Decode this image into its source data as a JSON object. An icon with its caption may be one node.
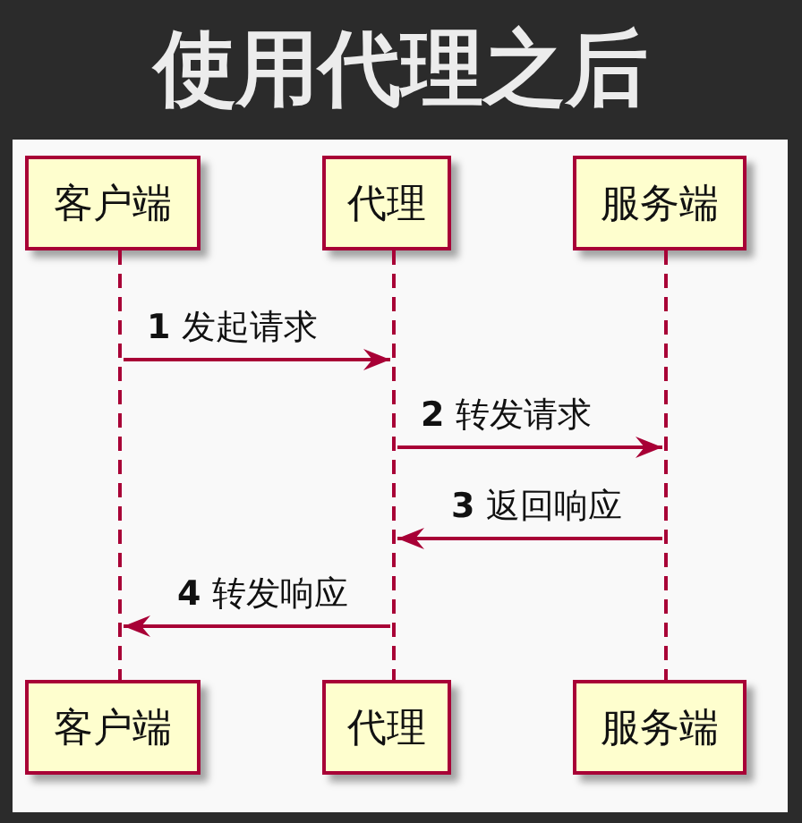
{
  "diagram": {
    "title": "使用代理之后",
    "nodes": [
      {
        "text": [
          "客户端"
        ]
      },
      {
        "text": [
          "代理"
        ]
      },
      {
        "text": [
          "服务端"
        ]
      },
      {
        "text": [],
        "shape": "line"
      },
      {
        "text": [],
        "shape": "line"
      },
      {
        "text": [],
        "shape": "line"
      },
      {
        "text": [
          "客户端"
        ]
      },
      {
        "text": [
          "代理"
        ]
      },
      {
        "text": [
          "服务端"
        ]
      }
    ],
    "edges": [
      {
        "from": 3,
        "to": 4,
        "arrow": "to",
        "label": "**1** 发起请求"
      },
      {
        "from": 4,
        "to": 5,
        "arrow": "to",
        "label": "**2** 转发请求"
      },
      {
        "from": 5,
        "to": 4,
        "arrow": "to",
        "label": "**3** 返回响应"
      },
      {
        "from": 4,
        "to": 3,
        "arrow": "to",
        "label": "**4** 转发响应"
      }
    ]
  }
}
